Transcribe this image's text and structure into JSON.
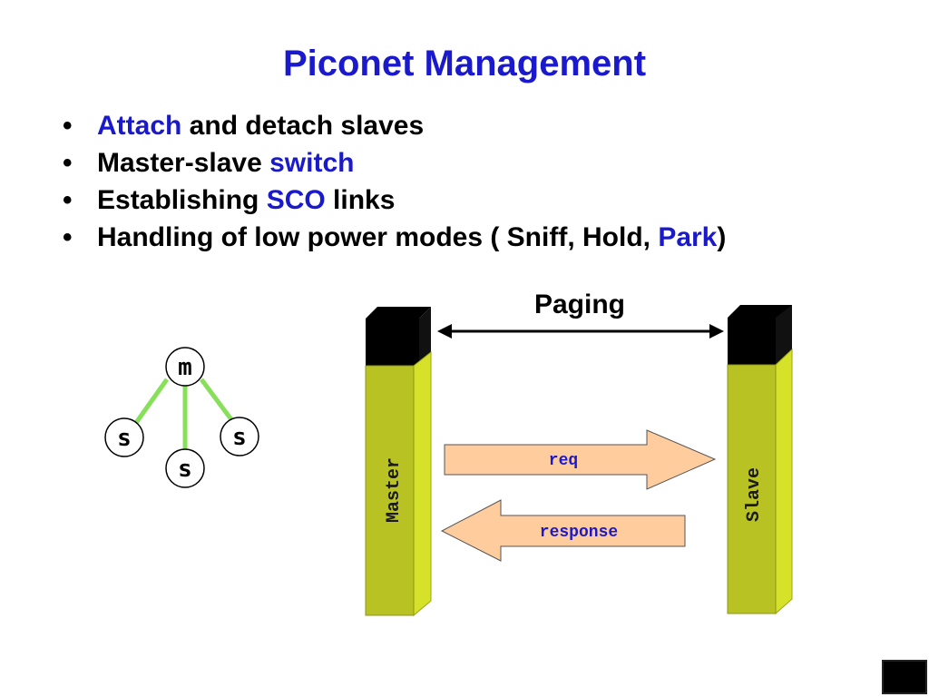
{
  "slide": {
    "title": "Piconet Management",
    "bullets": [
      {
        "parts": [
          {
            "text": "Attach",
            "hl": true
          },
          {
            "text": " and detach slaves",
            "hl": false
          }
        ]
      },
      {
        "parts": [
          {
            "text": "Master-slave ",
            "hl": false
          },
          {
            "text": "switch",
            "hl": true
          }
        ]
      },
      {
        "parts": [
          {
            "text": "Establishing ",
            "hl": false
          },
          {
            "text": "SCO",
            "hl": true
          },
          {
            "text": " links",
            "hl": false
          }
        ]
      },
      {
        "parts": [
          {
            "text": "Handling of low power modes ( Sniff, Hold, ",
            "hl": false
          },
          {
            "text": "Park",
            "hl": true
          },
          {
            "text": ")",
            "hl": false
          }
        ]
      }
    ]
  },
  "piconet": {
    "master_label": "m",
    "slave_labels": [
      "s",
      "s",
      "s"
    ]
  },
  "paging": {
    "label": "Paging",
    "master_label": "Master",
    "slave_label": "Slave",
    "req_label": "req",
    "response_label": "response"
  },
  "colors": {
    "title": "#1a1acc",
    "highlight": "#1a1acc",
    "link_line": "#88e05a",
    "pillar_front": "#b8c222",
    "pillar_side": "#d6e22a",
    "arrow_fill": "#ffcc9e",
    "arrow_text": "#1a1acc"
  }
}
